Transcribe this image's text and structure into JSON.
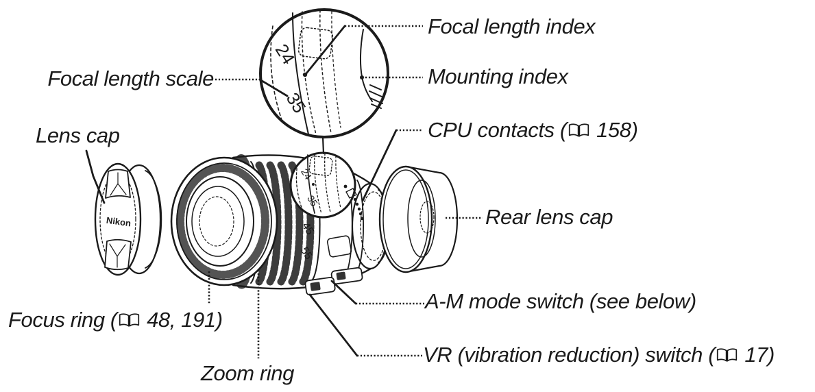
{
  "colors": {
    "ink": "#1b1b1b",
    "background": "#ffffff"
  },
  "labels": {
    "focal_length_scale": {
      "segments": [
        {
          "t": "Focal length scale"
        }
      ]
    },
    "lens_cap": {
      "segments": [
        {
          "t": "Lens cap"
        }
      ]
    },
    "focus_ring": {
      "segments": [
        {
          "t": "Focus ring ("
        },
        {
          "icon": "book-icon"
        },
        {
          "t": " 48, 191)"
        }
      ]
    },
    "zoom_ring": {
      "segments": [
        {
          "t": "Zoom ring"
        }
      ]
    },
    "focal_length_index": {
      "segments": [
        {
          "t": "Focal length index"
        }
      ]
    },
    "mounting_index": {
      "segments": [
        {
          "t": "Mounting index"
        }
      ]
    },
    "cpu_contacts": {
      "segments": [
        {
          "t": "CPU contacts  ("
        },
        {
          "icon": "book-icon"
        },
        {
          "t": " 158)"
        }
      ]
    },
    "rear_lens_cap": {
      "segments": [
        {
          "t": "Rear lens cap"
        }
      ]
    },
    "am_mode_switch": {
      "segments": [
        {
          "t": "A-M mode switch (see below)"
        }
      ]
    },
    "vr_switch": {
      "segments": [
        {
          "t": "VR (vibration reduction) switch ("
        },
        {
          "icon": "book-icon"
        },
        {
          "t": " 17)"
        }
      ]
    }
  },
  "diagram": {
    "lens_cap_brand": "Nikon",
    "scale_numbers": {
      "n24": "24",
      "n35": "35",
      "n45": "45",
      "n55": "55"
    }
  }
}
